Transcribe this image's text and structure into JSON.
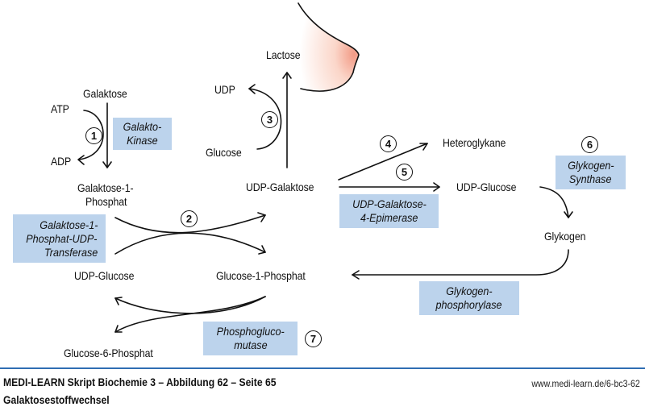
{
  "diagram": {
    "title": "Galaktosestoffwechsel",
    "metabolites": {
      "galaktose": "Galaktose",
      "atp": "ATP",
      "adp": "ADP",
      "galaktose_1_phosphat_line1": "Galaktose-1-",
      "galaktose_1_phosphat_line2": "Phosphat",
      "udp_glucose_left": "UDP-Glucose",
      "glucose_6_phosphat": "Glucose-6-Phosphat",
      "glucose_1_phosphat": "Glucose-1-Phosphat",
      "udp_galaktose": "UDP-Galaktose",
      "udp": "UDP",
      "glucose": "Glucose",
      "lactose": "Lactose",
      "heteroglykane": "Heteroglykane",
      "udp_glucose_right": "UDP-Glucose",
      "glykogen": "Glykogen"
    },
    "enzymes": {
      "galakto_kinase": [
        "Galakto-",
        "Kinase"
      ],
      "transferase": [
        "Galaktose-1-",
        "Phosphat-UDP-",
        "Transferase"
      ],
      "epimerase": [
        "UDP-Galaktose-",
        "4-Epimerase"
      ],
      "glykogen_synthase": [
        "Glykogen-",
        "Synthase"
      ],
      "glykogen_phosphorylase": [
        "Glykogen-",
        "phosphorylase"
      ],
      "phosphoglucomutase": [
        "Phosphogluco-",
        "mutase"
      ]
    },
    "step_numbers": [
      "1",
      "2",
      "3",
      "4",
      "5",
      "6",
      "7"
    ],
    "colors": {
      "enzyme_box": "#bcd3ec",
      "footer_rule": "#2f6db3",
      "illustration_tint": "#f4a793"
    },
    "illustration": "breast-icon"
  },
  "footer": {
    "title": "MEDI-LEARN Skript Biochemie 3 – Abbildung 62 – Seite 65",
    "url": "www.medi-learn.de/6-bc3-62",
    "subtitle": "Galaktosestoffwechsel"
  }
}
